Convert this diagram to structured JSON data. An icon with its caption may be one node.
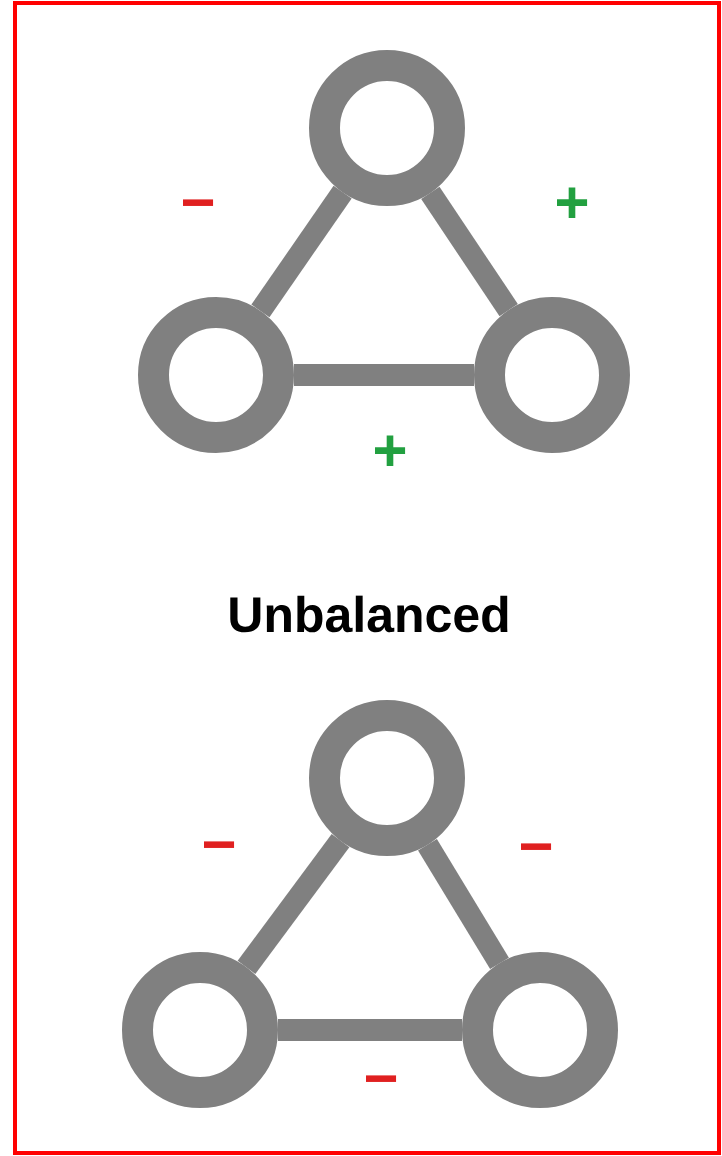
{
  "diagram": {
    "nodes": [
      {
        "text": [],
        "shape": "circle"
      },
      {
        "text": [],
        "shape": "circle"
      },
      {
        "text": [],
        "shape": "circle"
      },
      {
        "text": [],
        "shape": "circle"
      },
      {
        "text": [],
        "shape": "circle"
      },
      {
        "text": [],
        "shape": "circle"
      }
    ],
    "edges": [
      {
        "from": 0,
        "to": 1,
        "arrow": "none",
        "label": "−"
      },
      {
        "from": 0,
        "to": 2,
        "arrow": "none",
        "label": "+"
      },
      {
        "from": 1,
        "to": 2,
        "arrow": "none",
        "label": "+"
      },
      {
        "from": 3,
        "to": 4,
        "arrow": "none",
        "label": "−"
      },
      {
        "from": 3,
        "to": 5,
        "arrow": "none",
        "label": "−"
      },
      {
        "from": 4,
        "to": 5,
        "arrow": "none",
        "label": "−"
      }
    ],
    "labels": [
      "Unbalanced"
    ]
  }
}
